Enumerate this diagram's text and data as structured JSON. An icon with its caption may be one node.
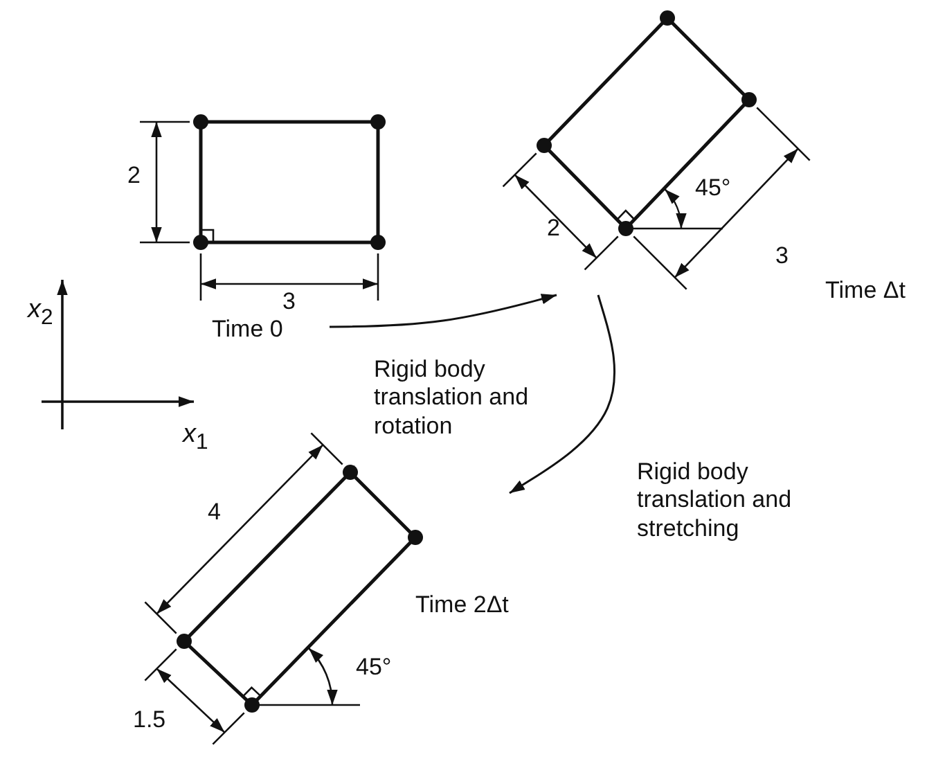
{
  "diagram": {
    "nodes": [
      {
        "text": [],
        "shape": "box",
        "beside": [
          "Time 0"
        ]
      },
      {
        "text": [],
        "shape": "box",
        "beside": [
          "Time Δt"
        ]
      },
      {
        "text": [],
        "shape": "box",
        "beside": [
          "Time 2Δt"
        ]
      }
    ],
    "edges": [
      {
        "from": 0,
        "to": 1,
        "arrow": "to",
        "label": "Rigid body translation and rotation"
      },
      {
        "from": 1,
        "to": 2,
        "arrow": "to",
        "label": "Rigid body translation and stretching"
      }
    ],
    "labels": [
      "2",
      "3",
      "*x*$_{2}$",
      "*x*$_{1}$",
      "45°",
      "2",
      "3",
      "4",
      "45°",
      "1.5"
    ]
  }
}
